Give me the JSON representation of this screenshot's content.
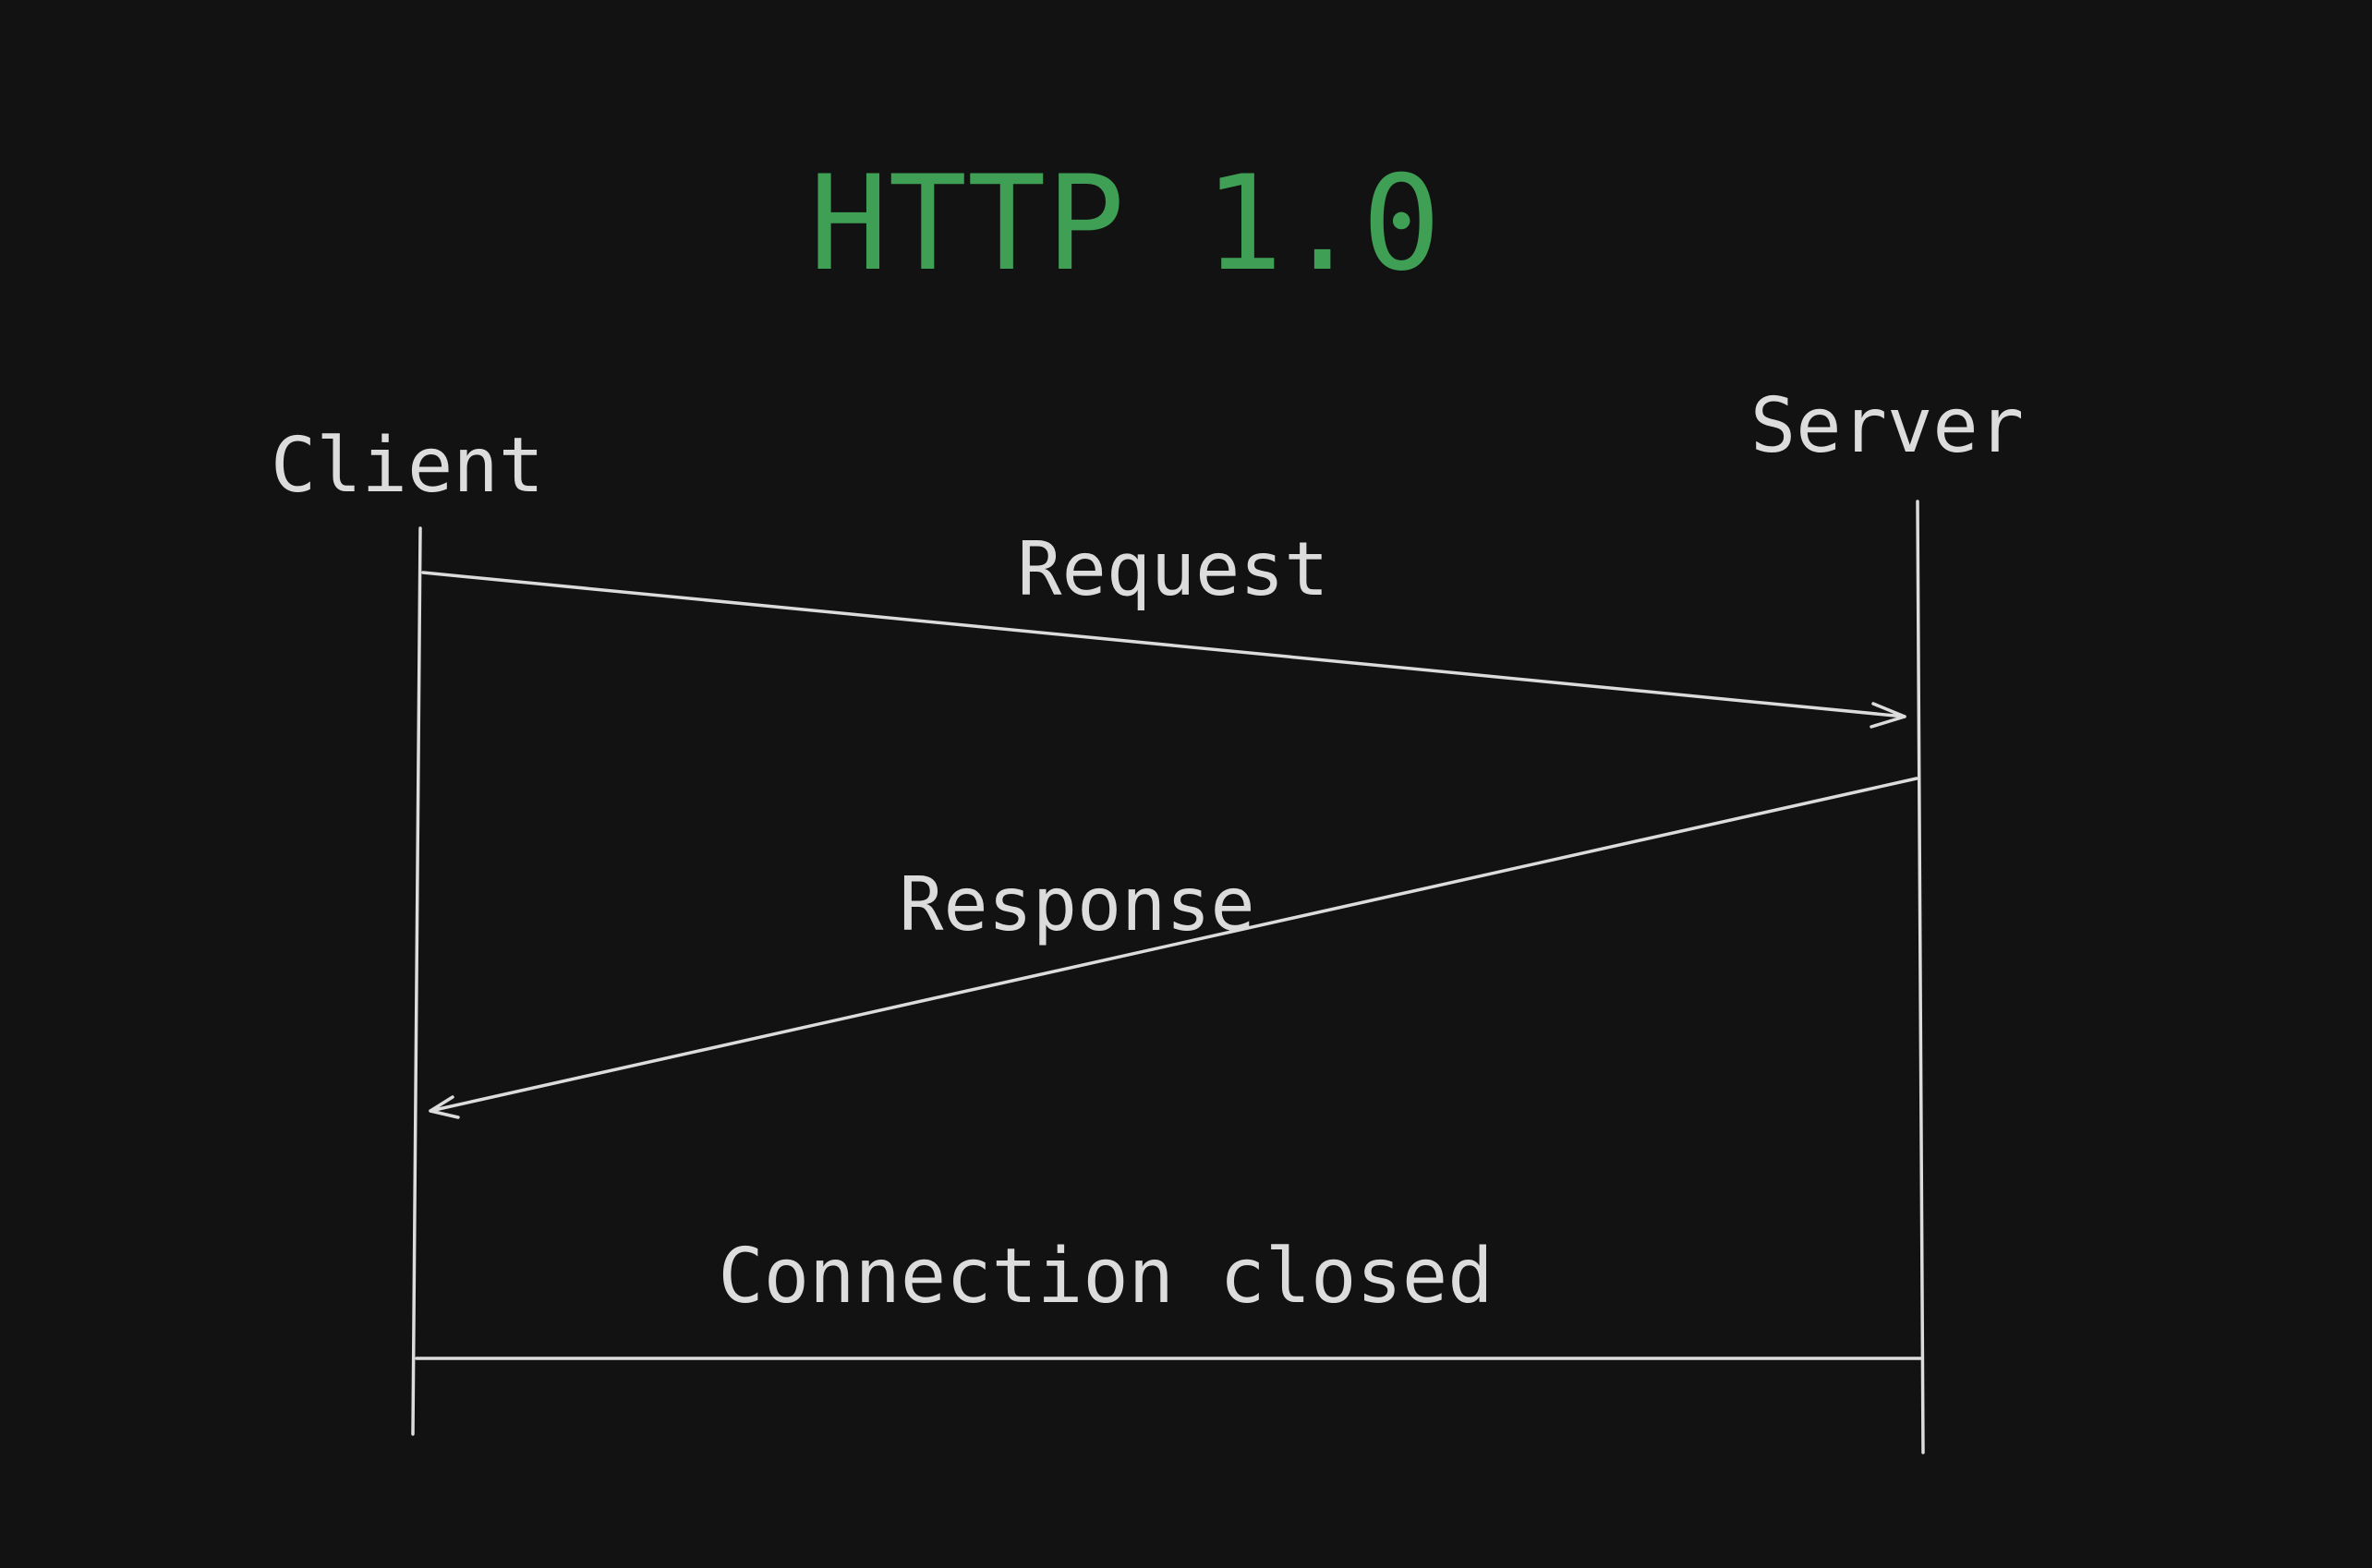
{
  "diagram": {
    "title": "HTTP 1.0",
    "colors": {
      "background": "#121212",
      "title": "#3f9f55",
      "lines": "#dcdcdc"
    },
    "participants": [
      {
        "id": "client",
        "label": "Client"
      },
      {
        "id": "server",
        "label": "Server"
      }
    ],
    "messages": [
      {
        "label": "Request",
        "from": "client",
        "to": "server",
        "arrow": "open"
      },
      {
        "label": "Response",
        "from": "server",
        "to": "client",
        "arrow": "open"
      },
      {
        "label": "Connection closed",
        "from": "client",
        "to": "server",
        "arrow": "none"
      }
    ]
  }
}
